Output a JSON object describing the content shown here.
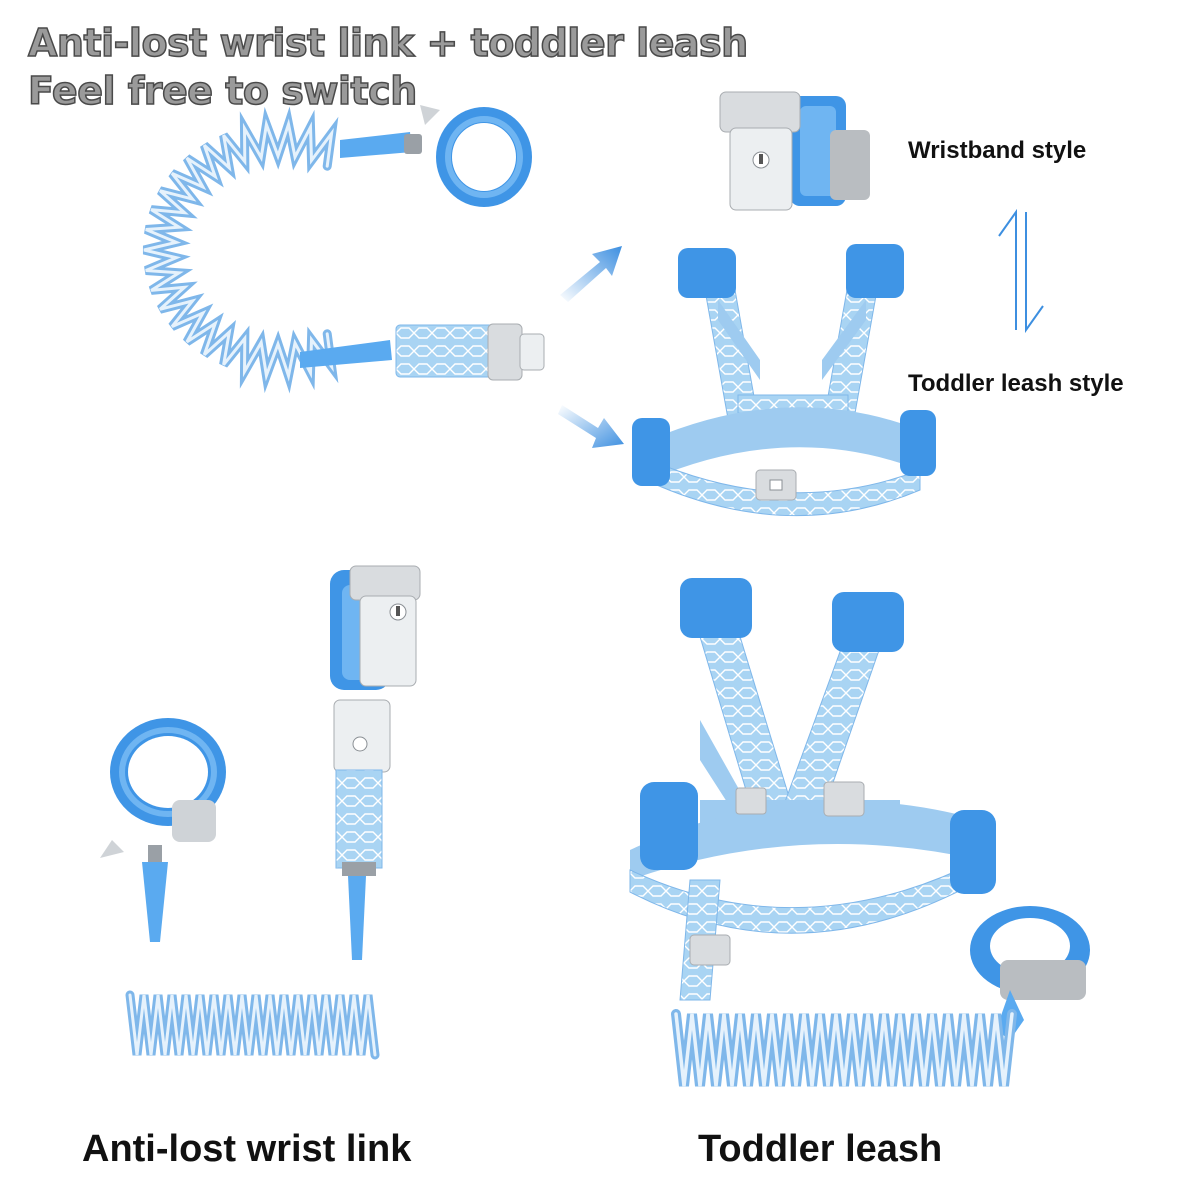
{
  "header": {
    "line1": "Anti-lost wrist link + toddler leash",
    "line2": "Feel free to switch"
  },
  "styles": {
    "wristband": "Wristband style",
    "toddler": "Toddler leash style"
  },
  "captions": {
    "left": "Anti-lost wrist link",
    "right": "Toddler leash"
  },
  "colors": {
    "accent_blue": "#3f95e6",
    "light_blue": "#a9d4f3",
    "buckle_gray": "#d9dcdf",
    "arrow_blue": "#3d8fe0"
  }
}
